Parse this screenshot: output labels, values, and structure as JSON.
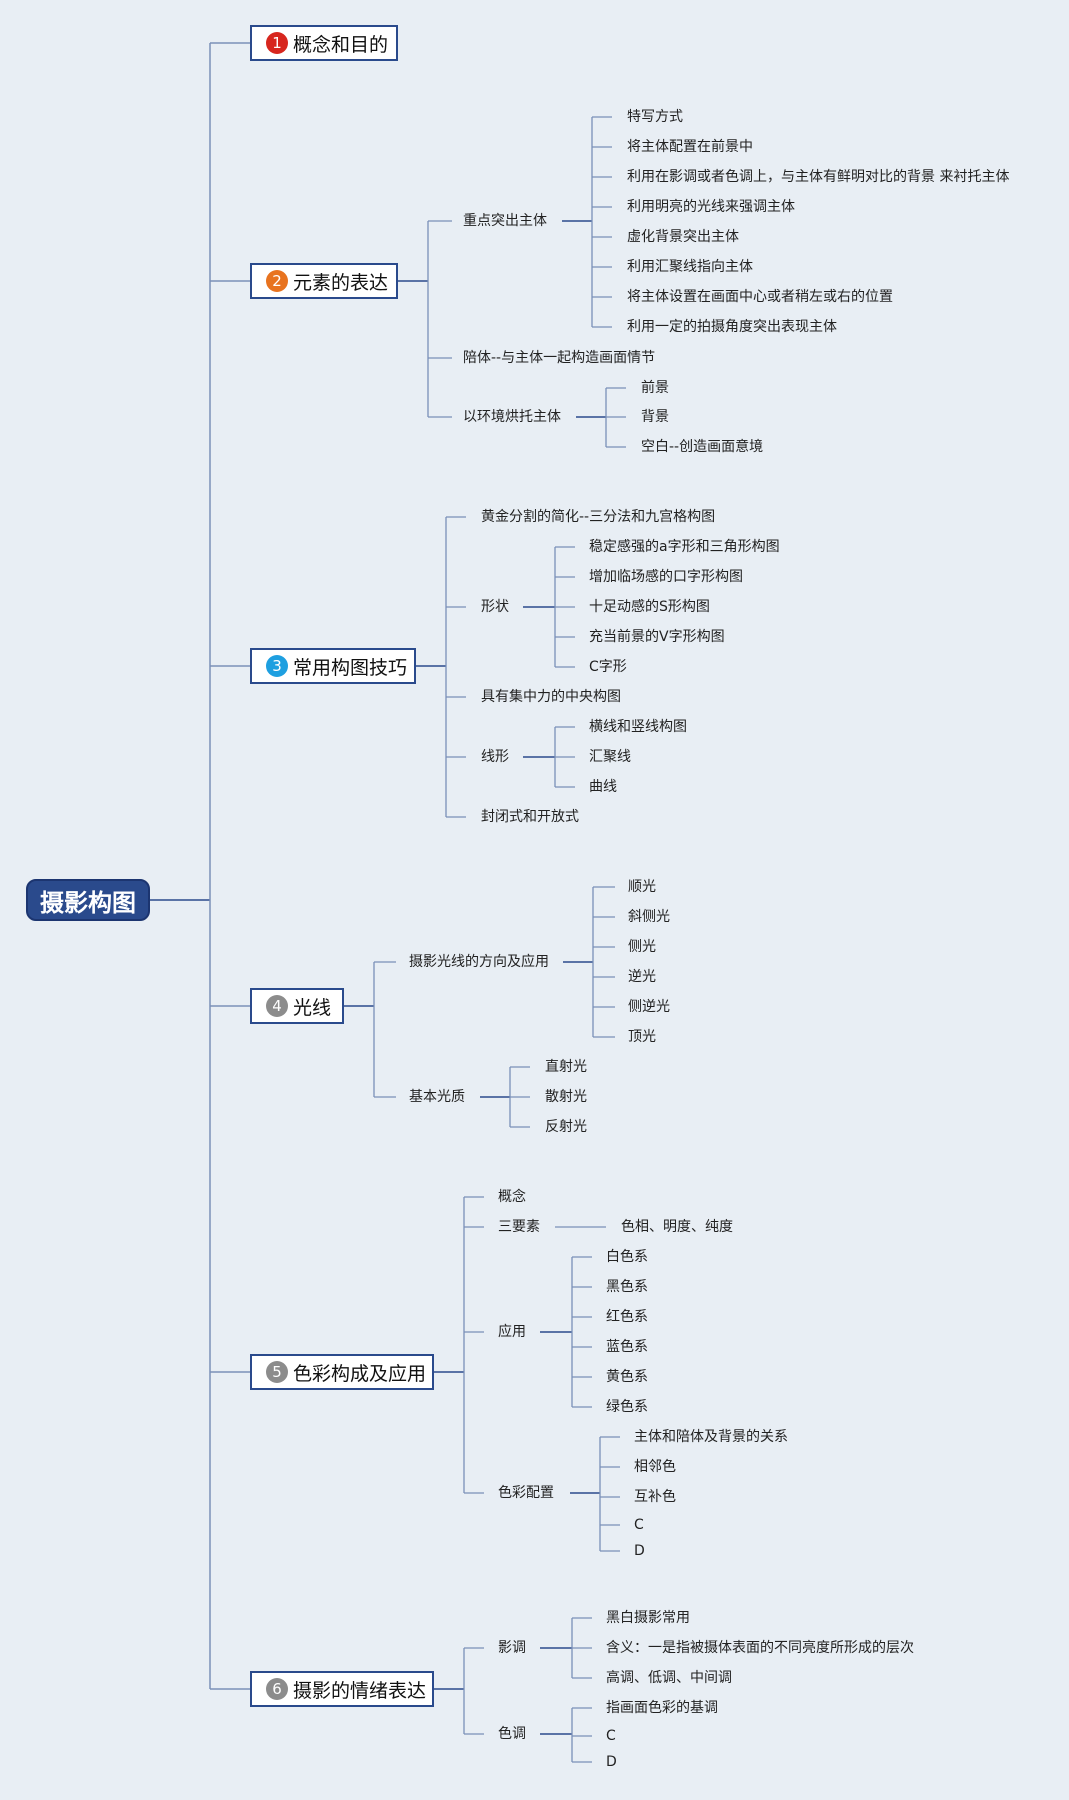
{
  "root": "摄影构图",
  "topics": [
    {
      "num": "1",
      "color": "#d7261e",
      "label": "概念和目的"
    },
    {
      "num": "2",
      "color": "#e8731f",
      "label": "元素的表达"
    },
    {
      "num": "3",
      "color": "#1e9fe0",
      "label": "常用构图技巧"
    },
    {
      "num": "4",
      "color": "#8c8c8c",
      "label": "光线"
    },
    {
      "num": "5",
      "color": "#8c8c8c",
      "label": "色彩构成及应用"
    },
    {
      "num": "6",
      "color": "#8c8c8c",
      "label": "摄影的情绪表达"
    }
  ],
  "t2": {
    "highlight": "重点突出主体",
    "highlight_items": [
      "特写方式",
      "将主体配置在前景中",
      "利用在影调或者色调上，与主体有鲜明对比的背景 来衬托主体",
      "利用明亮的光线来强调主体",
      "虚化背景突出主体",
      "利用汇聚线指向主体",
      "将主体设置在画面中心或者稍左或右的位置",
      "利用一定的拍摄角度突出表现主体"
    ],
    "companion": "陪体--与主体一起构造画面情节",
    "env": "以环境烘托主体",
    "env_items": [
      "前景",
      "背景",
      "空白--创造画面意境"
    ]
  },
  "t3": {
    "golden": "黄金分割的简化--三分法和九宫格构图",
    "shape": "形状",
    "shape_items": [
      "稳定感强的a字形和三角形构图",
      "增加临场感的口字形构图",
      "十足动感的S形构图",
      "充当前景的V字形构图",
      "C字形"
    ],
    "center": "具有集中力的中央构图",
    "line": "线形",
    "line_items": [
      "横线和竖线构图",
      "汇聚线",
      "曲线"
    ],
    "closed": "封闭式和开放式"
  },
  "t4": {
    "direction": "摄影光线的方向及应用",
    "direction_items": [
      "顺光",
      "斜侧光",
      "侧光",
      "逆光",
      "侧逆光",
      "顶光"
    ],
    "quality": "基本光质",
    "quality_items": [
      "直射光",
      "散射光",
      "反射光"
    ]
  },
  "t5": {
    "concept": "概念",
    "three": "三要素",
    "three_item": "色相、明度、纯度",
    "apply": "应用",
    "apply_items": [
      "白色系",
      "黑色系",
      "红色系",
      "蓝色系",
      "黄色系",
      "绿色系"
    ],
    "config": "色彩配置",
    "config_items": [
      "主体和陪体及背景的关系",
      "相邻色",
      "互补色",
      "C",
      "D"
    ]
  },
  "t6": {
    "tone": "影调",
    "tone_items": [
      "黑白摄影常用",
      "含义：一是指被摄体表面的不同亮度所形成的层次",
      "高调、低调、中间调"
    ],
    "hue": "色调",
    "hue_items": [
      "指画面色彩的基调",
      "C",
      "D"
    ]
  },
  "colors": {
    "line": "#2a4a8c",
    "line_light": "#7a90b8"
  }
}
